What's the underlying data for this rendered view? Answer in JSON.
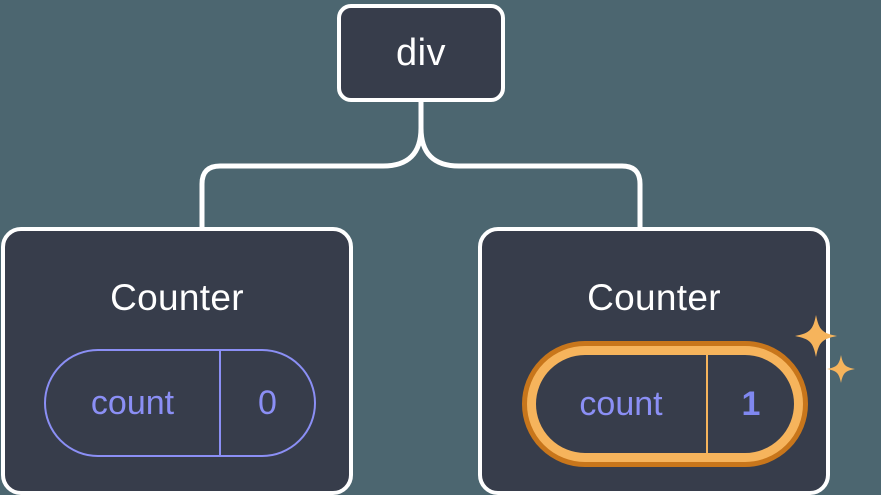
{
  "diagram": {
    "type": "component-tree",
    "background_color": "#4c6670",
    "node_fill_color": "#373d4b",
    "node_border_color": "#ffffff",
    "accent_color": "#8b8ff5",
    "highlight_outer_color": "#c8761b",
    "highlight_inner_color": "#f6b45c",
    "connector_color": "#ffffff"
  },
  "root": {
    "label": "div"
  },
  "children": [
    {
      "title": "Counter",
      "state": {
        "key": "count",
        "value": "0"
      },
      "highlighted": false
    },
    {
      "title": "Counter",
      "state": {
        "key": "count",
        "value": "1"
      },
      "highlighted": true
    }
  ],
  "sparkles": {
    "count": 2,
    "color": "#f6b45c"
  }
}
